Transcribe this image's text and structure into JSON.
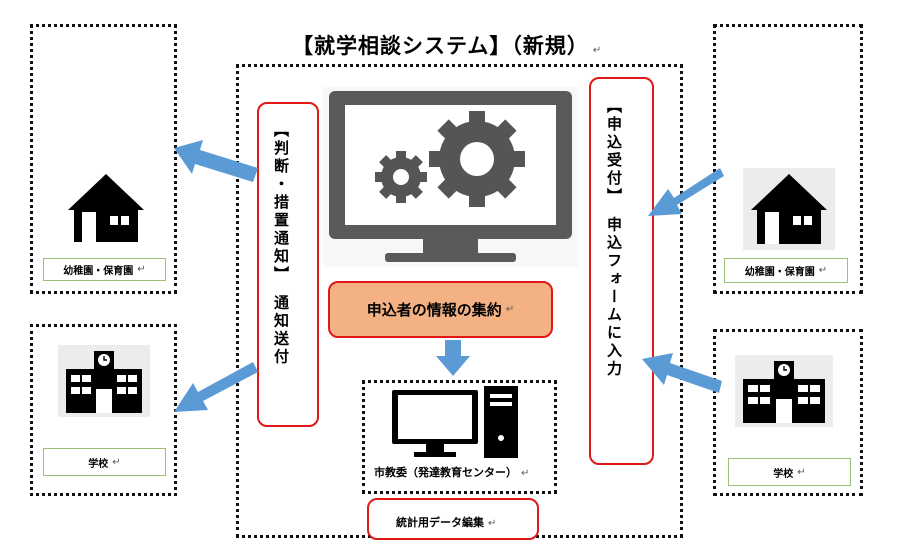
{
  "title": "【就学相談システム】（新規）",
  "left_top_label": "幼稚園・保育園",
  "left_bottom_label": "学校",
  "right_top_label": "幼稚園・保育園",
  "right_bottom_label": "学校",
  "left_red_text": "【判断・措置通知】　通知送付",
  "right_red_text": "【申込受付】　申込フォームに入力",
  "center_orange": "申込者の情報の集約",
  "pc_label": "市教委（発達教育センター）",
  "stats_label": "統計用データ編集",
  "colors": {
    "arrow": "#5b9bd5",
    "orange": "#f4b183",
    "red_border": "#e01818",
    "green_border": "#9ac27a"
  }
}
